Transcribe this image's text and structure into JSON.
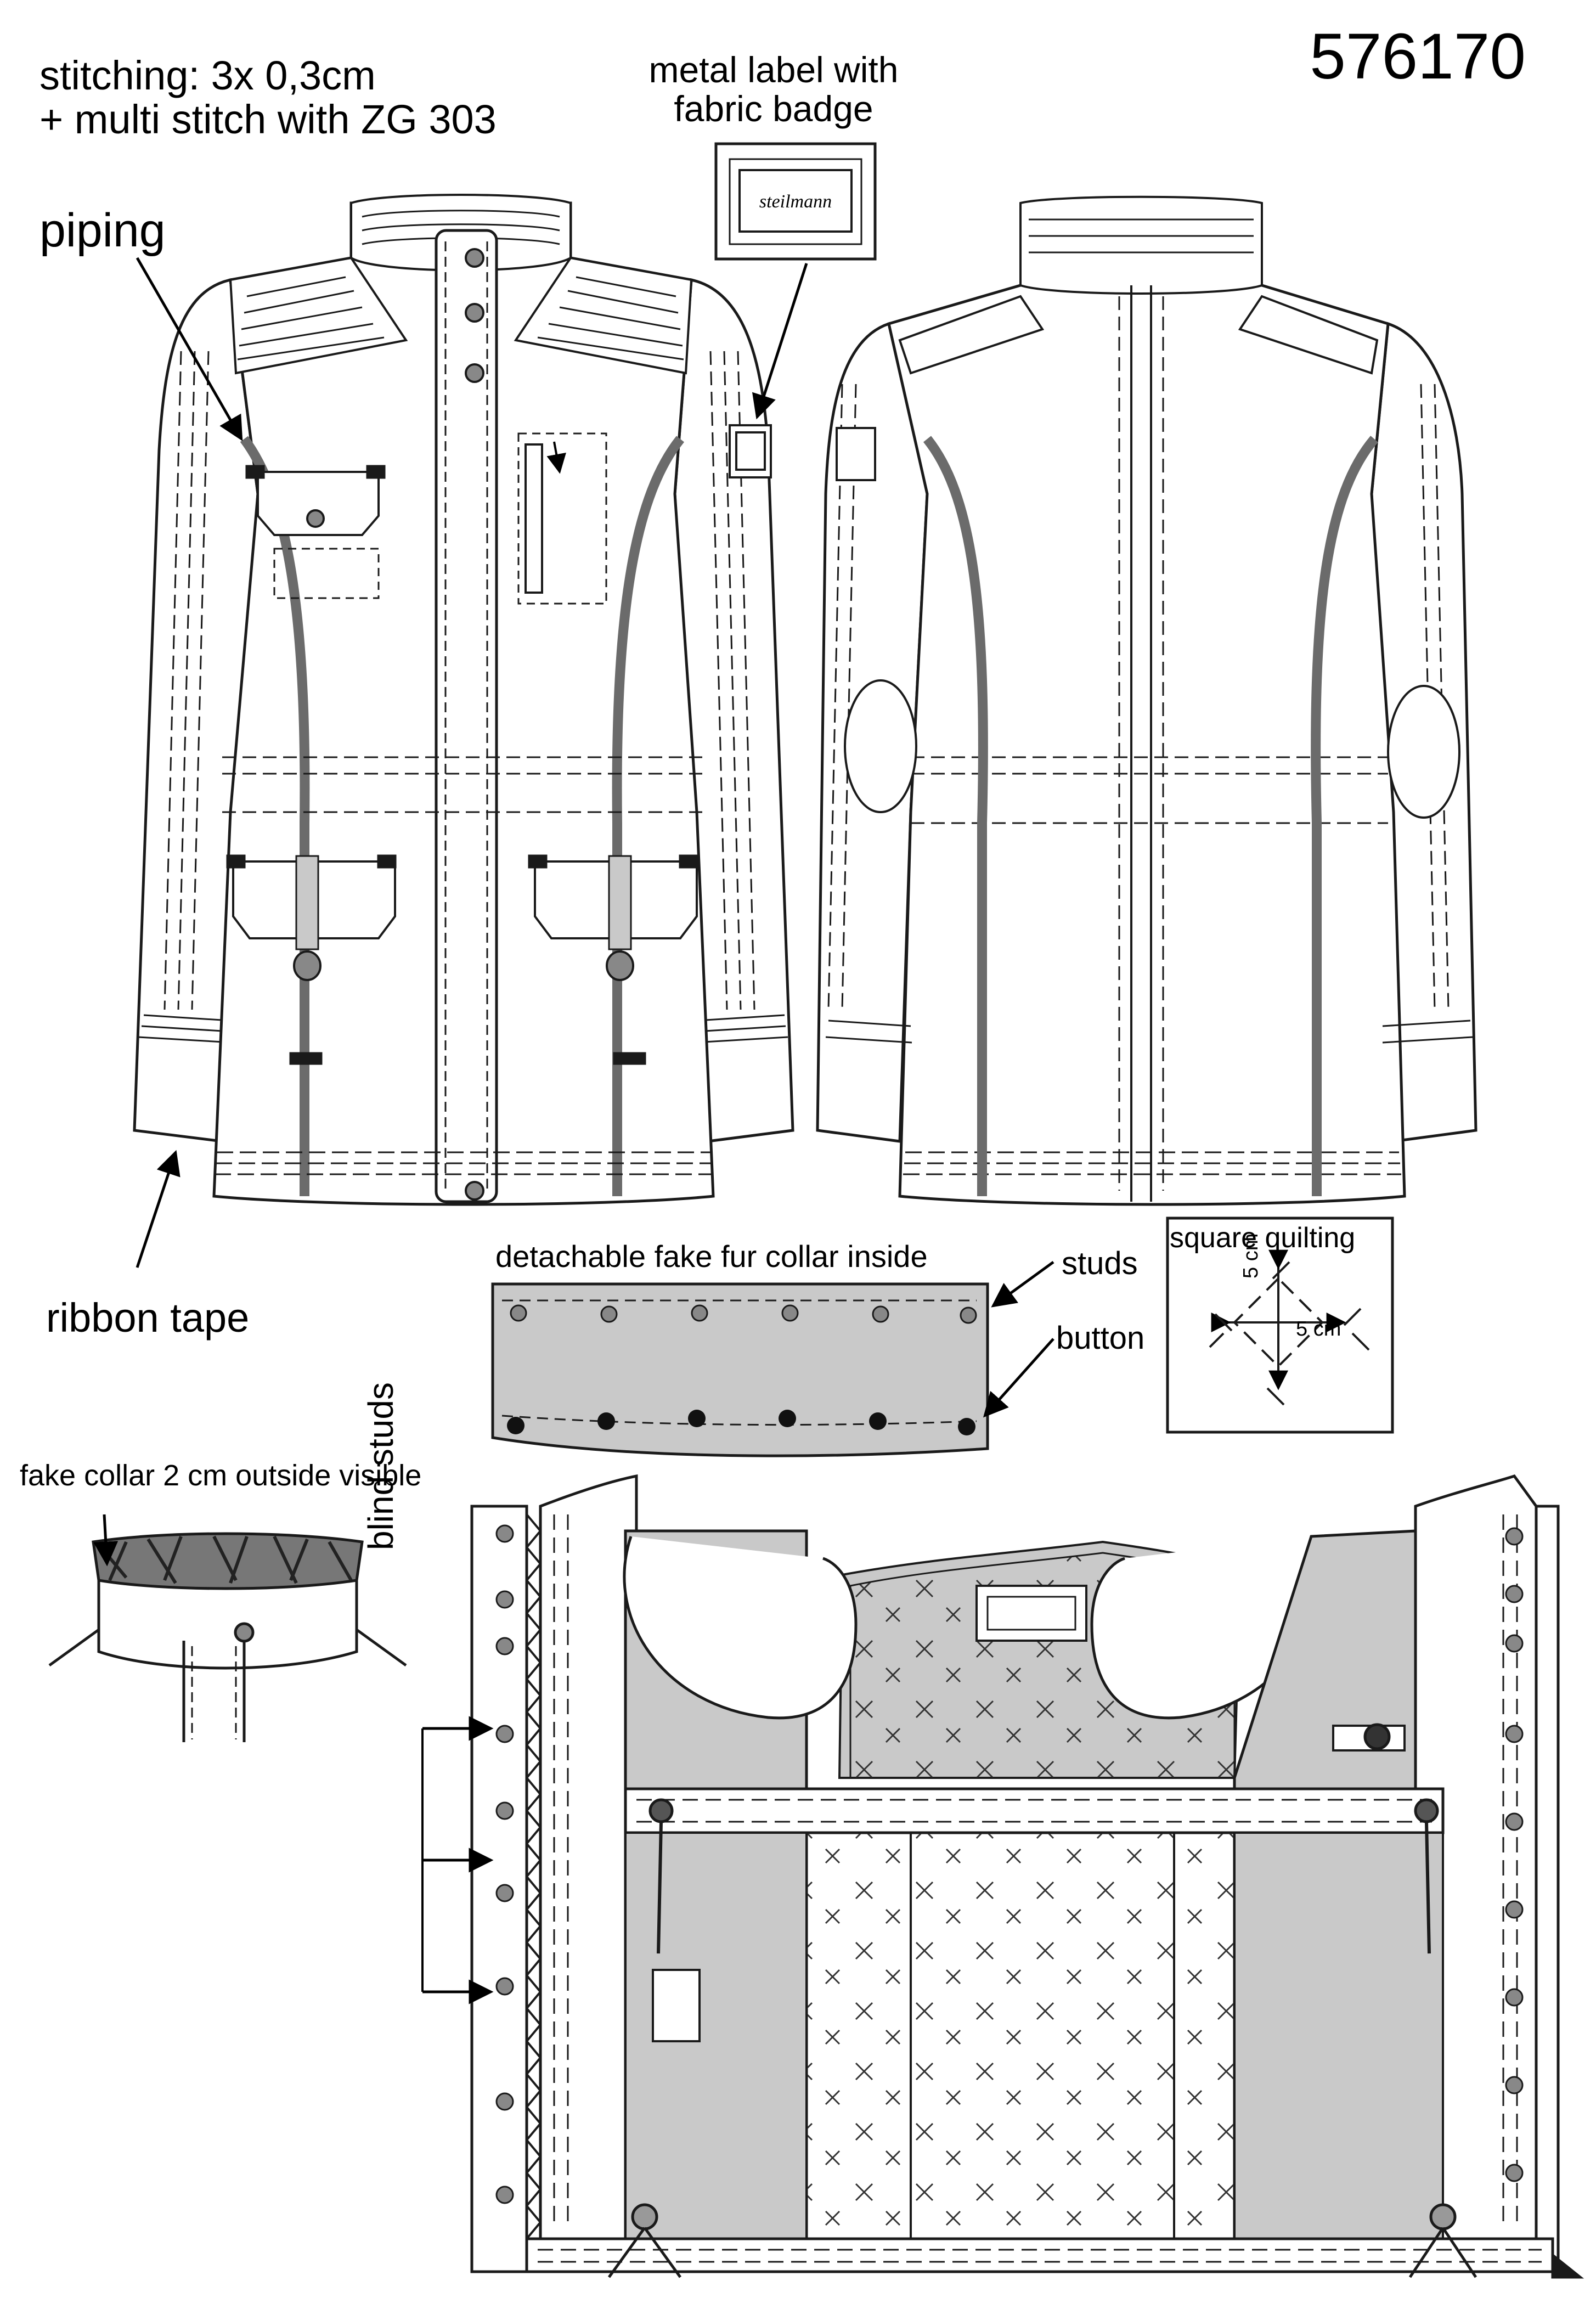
{
  "sheet": {
    "article_number": "576170",
    "stitching": [
      "stitching: 3x 0,3cm",
      "+ multi stitch with ZG 303"
    ],
    "piping": "piping",
    "metal_label": "metal label with fabric badge",
    "brand": "steilmann",
    "ribbon_tape": "ribbon tape",
    "detachable_collar": "detachable fake fur collar inside",
    "studs": "studs",
    "button": "button",
    "square_quilting": "square quilting",
    "quilting_dim_v": "5 cm",
    "quilting_dim_h": "5 cm",
    "fake_collar": "fake collar 2 cm outside visible",
    "blind_studs": "blind studs"
  },
  "colors": {
    "line": "#1a1a1a",
    "piping": "#6b6b6b",
    "panel": "#c9c9c9",
    "fill": "#ffffff"
  }
}
